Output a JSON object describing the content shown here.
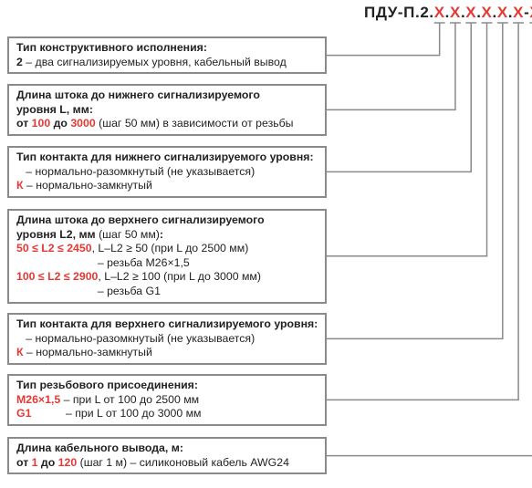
{
  "code": {
    "prefix": "ПДУ-П.2.",
    "parts": [
      "Х",
      ".",
      "Х",
      ".",
      "Х",
      ".",
      "Х",
      ".",
      "Х",
      ".",
      "Х",
      "-",
      "Х"
    ]
  },
  "boxes": [
    {
      "lines": [
        [
          {
            "t": "Тип конструктивного исполнения:",
            "s": "b"
          }
        ],
        [
          {
            "t": "2",
            "s": "b"
          },
          {
            "t": " – два сигнализируемых уровня, кабельный вывод",
            "s": "n"
          }
        ]
      ]
    },
    {
      "lines": [
        [
          {
            "t": "Длина штока до нижнего сигнализируемого",
            "s": "b"
          }
        ],
        [
          {
            "t": "уровня L, мм:",
            "s": "b"
          }
        ],
        [
          {
            "t": "от ",
            "s": "b"
          },
          {
            "t": "100",
            "s": "r"
          },
          {
            "t": " до ",
            "s": "b"
          },
          {
            "t": "3000",
            "s": "r"
          },
          {
            "t": " (шаг 50 мм) в зависимости от резьбы",
            "s": "n"
          }
        ]
      ]
    },
    {
      "lines": [
        [
          {
            "t": "Тип контакта для нижнего сигнализируемого уровня:",
            "s": "b"
          }
        ],
        [
          {
            "t": "   – нормально-разомкнутый (не указывается)",
            "s": "n"
          }
        ],
        [
          {
            "t": "К",
            "s": "r"
          },
          {
            "t": " – нормально-замкнутый",
            "s": "n"
          }
        ]
      ]
    },
    {
      "lines": [
        [
          {
            "t": "Длина штока до верхнего сигнализируемого",
            "s": "b"
          }
        ],
        [
          {
            "t": "уровня L2, мм",
            "s": "b"
          },
          {
            "t": " (шаг 50 мм)",
            "s": "n"
          },
          {
            "t": ":",
            "s": "b"
          }
        ],
        [
          {
            "t": "50 ≤ L2 ≤ 2450",
            "s": "r"
          },
          {
            "t": ", L–L2 ≥ 50 (при L до 2500 мм)",
            "s": "n"
          }
        ],
        [
          {
            "t": "                          – резьба М26×1,5",
            "s": "n"
          }
        ],
        [
          {
            "t": "100 ≤ L2 ≤ 2900",
            "s": "r"
          },
          {
            "t": ", L–L2 ≥ 100 (при L до 3000 мм)",
            "s": "n"
          }
        ],
        [
          {
            "t": "                          – резьба G1",
            "s": "n"
          }
        ]
      ]
    },
    {
      "lines": [
        [
          {
            "t": "Тип контакта для верхнего сигнализируемого уровня:",
            "s": "b"
          }
        ],
        [
          {
            "t": "   – нормально-разомкнутый (не указывается)",
            "s": "n"
          }
        ],
        [
          {
            "t": "К",
            "s": "r"
          },
          {
            "t": " – нормально-замкнутый",
            "s": "n"
          }
        ]
      ]
    },
    {
      "lines": [
        [
          {
            "t": "Тип резьбового присоединения:",
            "s": "b"
          }
        ],
        [
          {
            "t": "М26×1,5",
            "s": "r"
          },
          {
            "t": " – при L от 100 до 2500 мм",
            "s": "n"
          }
        ],
        [
          {
            "t": "G1",
            "s": "r"
          },
          {
            "t": "           – при L от 100 до 3000 мм",
            "s": "n"
          }
        ]
      ]
    },
    {
      "lines": [
        [
          {
            "t": "Длина кабельного вывода, м:",
            "s": "b"
          }
        ],
        [
          {
            "t": "от ",
            "s": "b"
          },
          {
            "t": "1",
            "s": "r"
          },
          {
            "t": " до ",
            "s": "b"
          },
          {
            "t": "120",
            "s": "r"
          },
          {
            "t": " (шаг 1 м) – силиконовый кабель AWG24",
            "s": "n"
          }
        ]
      ]
    }
  ]
}
